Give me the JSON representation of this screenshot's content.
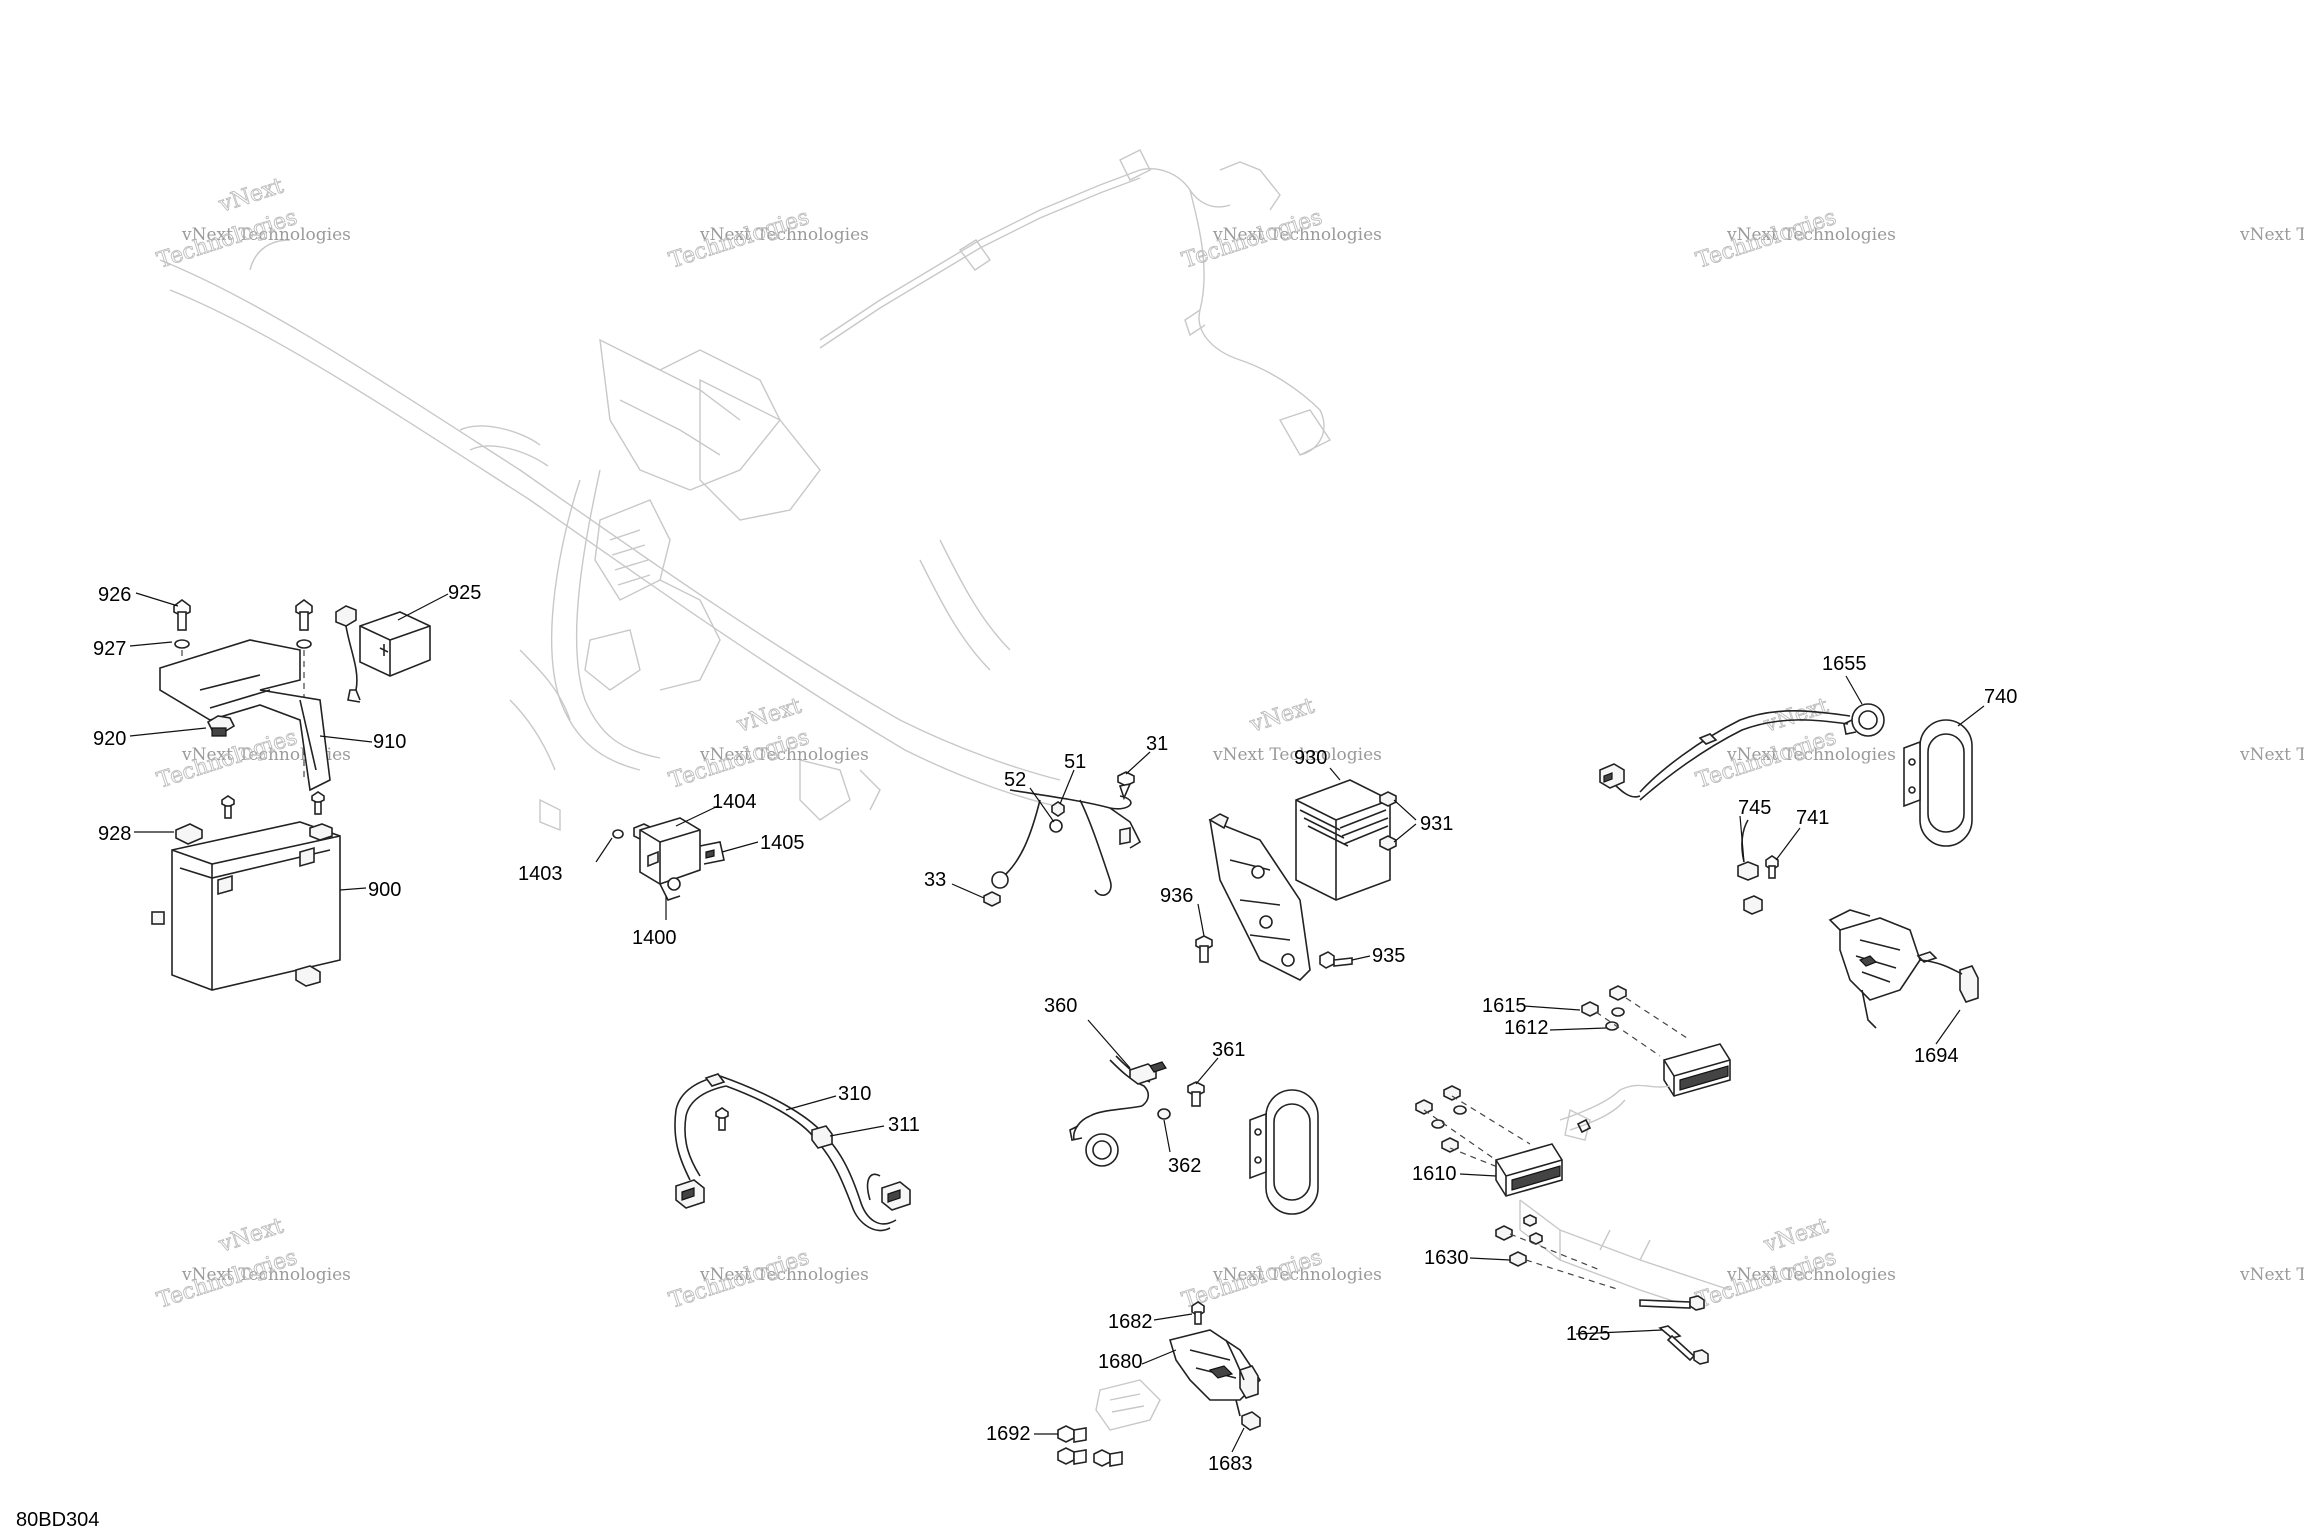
{
  "diagram_code": "80BD304",
  "watermark": {
    "line1": "vNext Technologies",
    "line2_top": "vNext",
    "line2_bottom": "Technologies"
  },
  "callouts": {
    "c926": "926",
    "c927": "927",
    "c925": "925",
    "c920": "920",
    "c910": "910",
    "c928": "928",
    "c900": "900",
    "c1404": "1404",
    "c1403": "1403",
    "c1405": "1405",
    "c1400": "1400",
    "c52": "52",
    "c51": "51",
    "c31": "31",
    "c33": "33",
    "c930": "930",
    "c931": "931",
    "c936": "936",
    "c935": "935",
    "c1655": "1655",
    "c740": "740",
    "c745": "745",
    "c741": "741",
    "c1694": "1694",
    "c1615": "1615",
    "c1612": "1612",
    "c1610": "1610",
    "c1630": "1630",
    "c1625": "1625",
    "c360": "360",
    "c361": "361",
    "c362": "362",
    "c310": "310",
    "c311": "311",
    "c1682": "1682",
    "c1680": "1680",
    "c1692": "1692",
    "c1683": "1683"
  }
}
